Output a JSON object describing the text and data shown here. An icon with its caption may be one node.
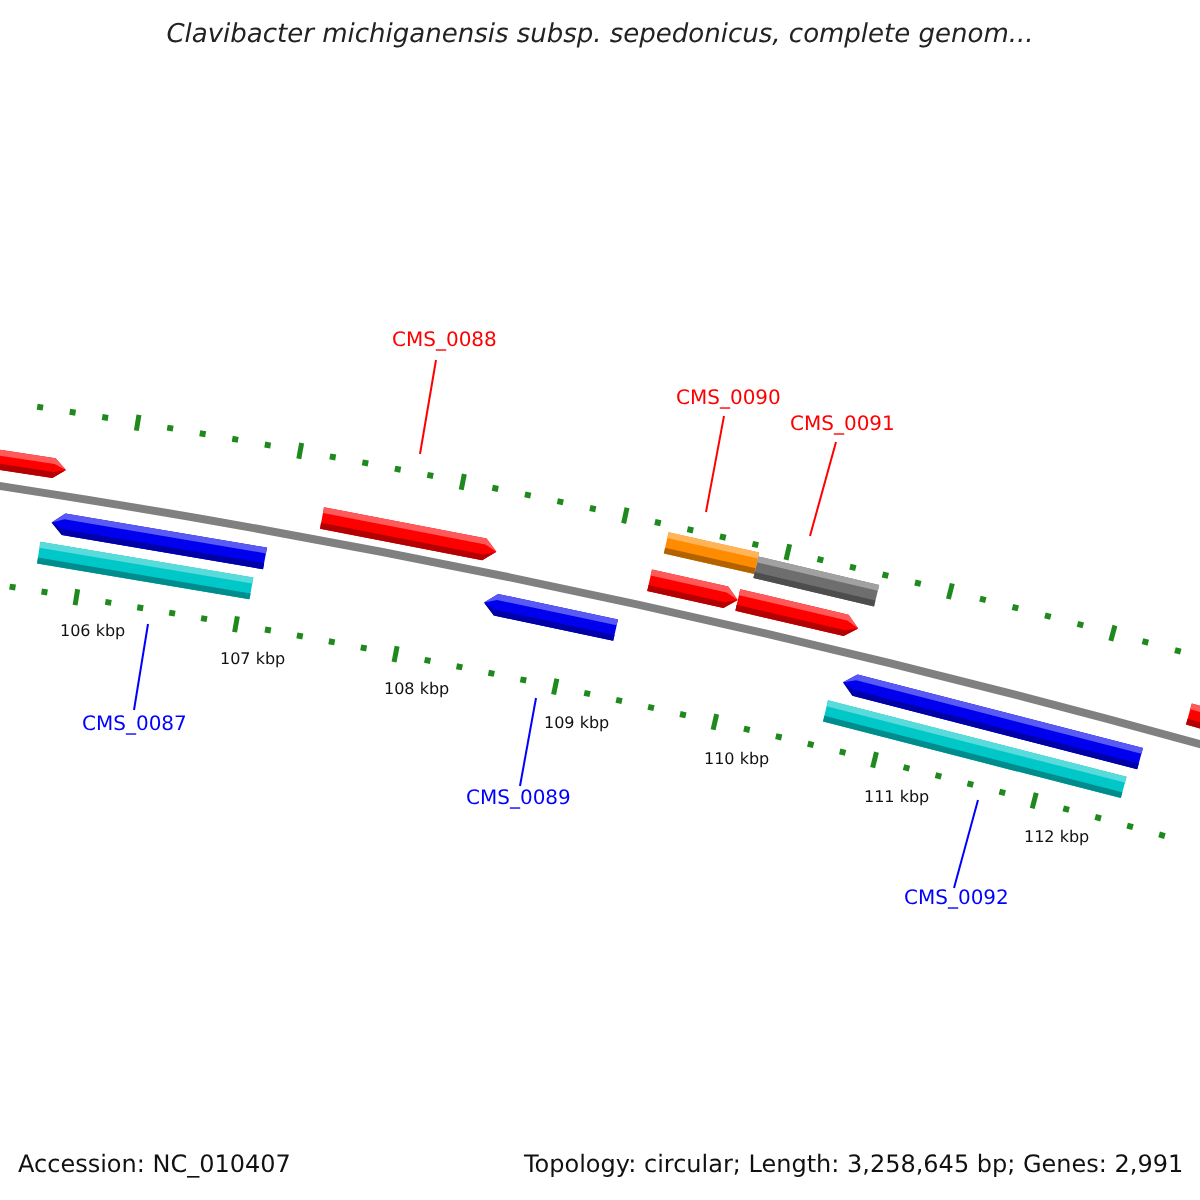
{
  "diagram": {
    "title": "Clavibacter michiganensis subsp. sepedonicus, complete genom...",
    "nodes": [
      {
        "text": [
          "CMS_0088"
        ]
      },
      {
        "text": [
          "CMS_0090"
        ]
      },
      {
        "text": [
          "CMS_0091"
        ]
      },
      {
        "text": [],
        "shape": "arrow"
      },
      {
        "text": [],
        "shape": "arrow"
      },
      {
        "text": [],
        "shape": "bar"
      },
      {
        "text": [],
        "shape": "bar"
      },
      {
        "text": [],
        "shape": "arrow"
      },
      {
        "text": [],
        "shape": "arrow"
      },
      {
        "text": [],
        "shape": "arrow"
      },
      {
        "text": [],
        "shape": "bar"
      },
      {
        "text": [],
        "shape": "arrow"
      },
      {
        "text": [],
        "shape": "arrow"
      },
      {
        "text": [],
        "shape": "bar"
      },
      {
        "text": [],
        "shape": "arrow"
      },
      {
        "text": [
          "CMS_0087"
        ]
      },
      {
        "text": [
          "CMS_0089"
        ]
      },
      {
        "text": [
          "CMS_0092"
        ]
      }
    ],
    "edges": [
      {
        "from": 0,
        "to": 4,
        "arrow": "none",
        "color": "#ff0000"
      },
      {
        "from": 1,
        "to": 5,
        "arrow": "none",
        "color": "#ff0000"
      },
      {
        "from": 2,
        "to": 6,
        "arrow": "none",
        "color": "#ff0000"
      },
      {
        "from": 15,
        "to": 10,
        "arrow": "none",
        "color": "#0000ff"
      },
      {
        "from": 16,
        "to": 11,
        "arrow": "none",
        "color": "#0000ff"
      },
      {
        "from": 17,
        "to": 13,
        "arrow": "none",
        "color": "#0000ff"
      }
    ],
    "labels": [
      "106 kbp",
      "107 kbp",
      "108 kbp",
      "109 kbp",
      "110 kbp",
      "111 kbp",
      "112 kbp",
      "Accession: NC_010407",
      "Topology: circular; Length: 3,258,645 bp; Genes: 2,991"
    ]
  }
}
